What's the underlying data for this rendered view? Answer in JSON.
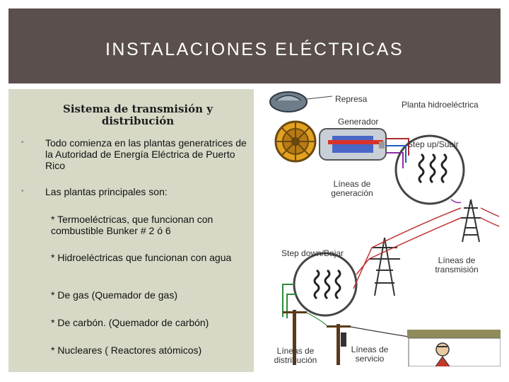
{
  "header": {
    "title": "INSTALACIONES ELÉCTRICAS"
  },
  "left": {
    "subtitle": "Sistema de transmisión y distribución",
    "bullets": [
      "Todo comienza en las plantas generatrices de la Autoridad de Energía Eléctrica de Puerto Rico",
      "Las plantas principales son:"
    ],
    "plant_types": [
      "* Termoeléctricas, que funcionan con combustible Bunker # 2 ó 6",
      "* Hidroeléctricas que funcionan con agua",
      "* De gas (Quemador de gas)",
      "* De carbón. (Quemador de carbón)",
      "* Nucleares ( Reactores atómicos)"
    ]
  },
  "diagram": {
    "labels": {
      "represa": "Represa",
      "planta": "Planta hidroeléctrica",
      "generador": "Generador",
      "step_up": "Step up/Subir",
      "lineas_generacion": "Líneas de generación",
      "step_down": "Step down/Bajar",
      "lineas_transmision": "Líneas de transmisión",
      "lineas_distribucion": "Líneas de distribución",
      "lineas_servicio": "Líneas de servicio"
    },
    "icons": [
      "dam-icon",
      "water-wheel-icon",
      "generator-icon",
      "transformer-icon",
      "transmission-tower-icon",
      "utility-pole-icon",
      "house-icon",
      "person-icon"
    ]
  }
}
